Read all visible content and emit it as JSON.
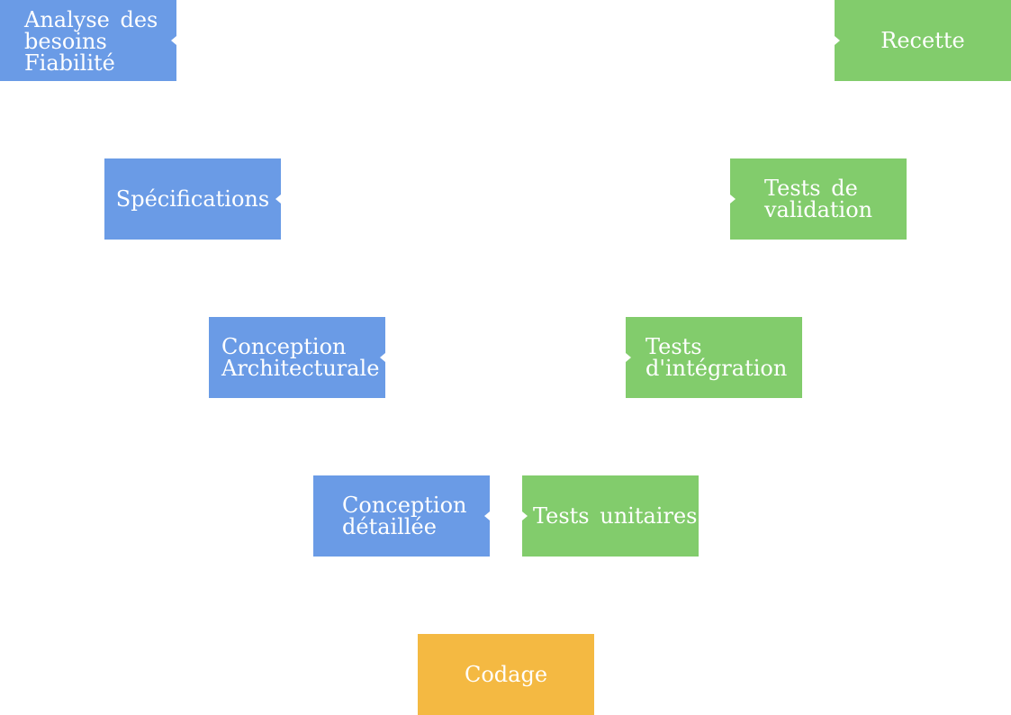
{
  "diagram": {
    "left_branch": [
      {
        "id": "analyse",
        "label": "Analyse des\nbesoins\nFiabilité"
      },
      {
        "id": "specs",
        "label": "Spécifications"
      },
      {
        "id": "archi",
        "label": "Conception\nArchitecturale"
      },
      {
        "id": "detail",
        "label": "Conception\ndétaillée"
      }
    ],
    "bottom": {
      "id": "codage",
      "label": "Codage"
    },
    "right_branch": [
      {
        "id": "unit",
        "label": "Tests unitaires"
      },
      {
        "id": "integ",
        "label": "Tests\nd'intégration"
      },
      {
        "id": "valid",
        "label": "Tests de\nvalidation"
      },
      {
        "id": "recette",
        "label": "Recette"
      }
    ],
    "colors": {
      "design_phase": "#6a9be6",
      "test_phase": "#82cc6c",
      "coding_phase": "#f4b942",
      "text": "#ffffff"
    }
  }
}
